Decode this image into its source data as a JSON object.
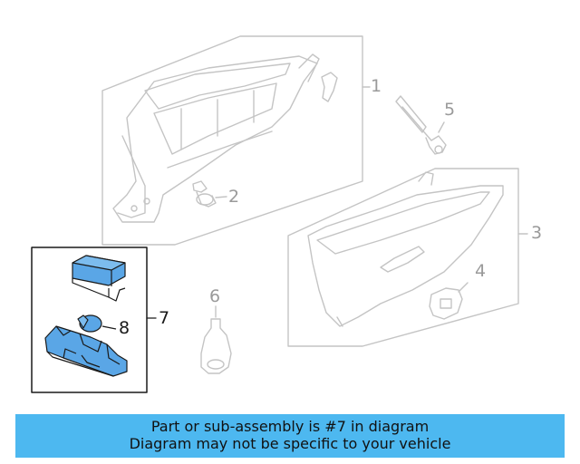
{
  "callouts": {
    "c1": "1",
    "c2": "2",
    "c3": "3",
    "c4": "4",
    "c5": "5",
    "c6": "6",
    "c7": "7",
    "c8": "8"
  },
  "highlight_color": "#5aa6e6",
  "banner": {
    "line1": "Part or sub-assembly is #7 in diagram",
    "line2": "Diagram may not be specific to your vehicle",
    "background": "#4db8f0"
  }
}
